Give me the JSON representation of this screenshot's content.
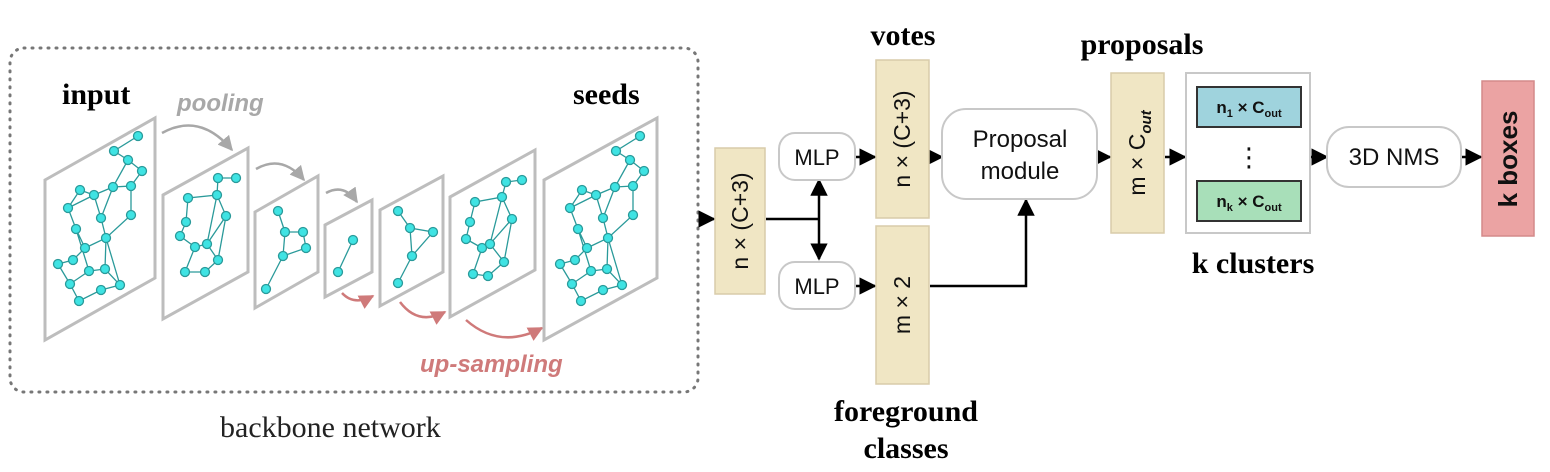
{
  "backbone": {
    "input_label": "input",
    "seeds_label": "seeds",
    "pooling_label": "pooling",
    "upsampling_label": "up-sampling",
    "network_label": "backbone network"
  },
  "features": {
    "input_features": "n × (C+3)",
    "votes_title": "votes",
    "votes_features": "n × (C+3)",
    "foreground_features": "m × 2",
    "foreground_title_line1": "foreground",
    "foreground_title_line2": "classes"
  },
  "modules": {
    "mlp_top": "MLP",
    "mlp_bottom": "MLP",
    "proposal_line1": "Proposal",
    "proposal_line2": "module",
    "nms": "3D NMS"
  },
  "proposals": {
    "title": "proposals",
    "features_prefix": "m × C",
    "features_subscript": "out"
  },
  "clusters": {
    "first_n": "n",
    "first_sub": "1",
    "last_n": "n",
    "last_sub": "k",
    "times_c": " × C",
    "c_sub": "out",
    "ellipsis": "⋮",
    "title": "k clusters"
  },
  "output": {
    "label": "k boxes"
  },
  "colors": {
    "feature_fill": "#f0e6c4",
    "cluster_top_fill": "#9fd3dd",
    "cluster_bottom_fill": "#a8dfb9",
    "output_fill": "#eba3a3",
    "pooling_text": "#a8a8a8",
    "upsampling_text": "#cf7a7a",
    "node": "#3fe3e3",
    "edge": "#2a9a9a"
  }
}
